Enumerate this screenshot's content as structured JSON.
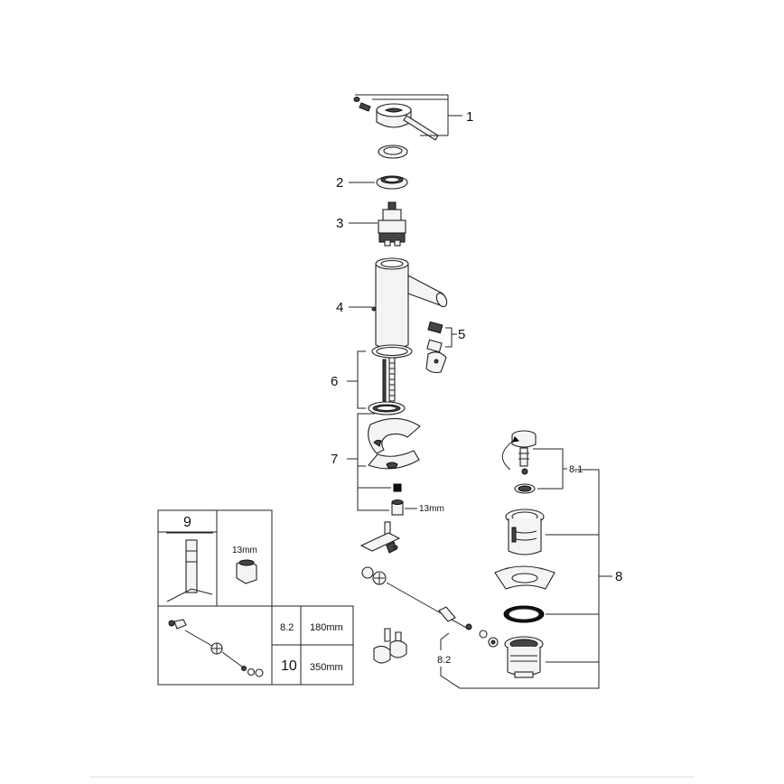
{
  "callouts": {
    "c1": "1",
    "c2": "2",
    "c3": "3",
    "c4": "4",
    "c5": "5",
    "c6": "6",
    "c7": "7",
    "c8": "8",
    "c8_1": "8.1",
    "c8_2": "8.2",
    "size_13mm": "13mm"
  },
  "inset": {
    "tool_number": "9",
    "tool_size": "13mm",
    "table": [
      {
        "part": "8.2",
        "length": "180mm"
      },
      {
        "part": "10",
        "length": "350mm"
      }
    ]
  }
}
